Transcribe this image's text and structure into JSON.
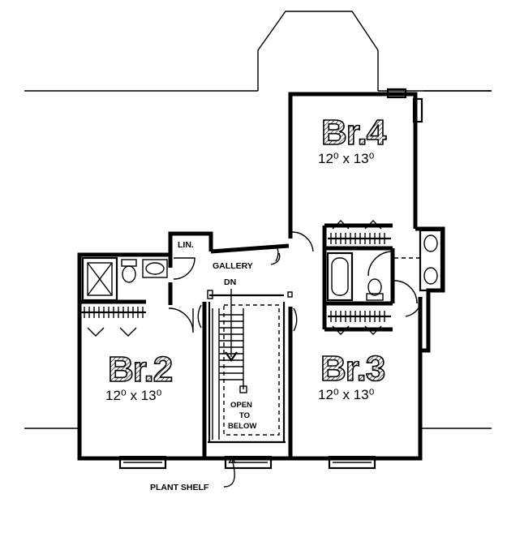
{
  "rooms": {
    "br4": {
      "name": "Br.4",
      "size": "12⁰ x 13⁰"
    },
    "br2": {
      "name": "Br.2",
      "size": "12⁰ x 13⁰"
    },
    "br3": {
      "name": "Br.3",
      "size": "12⁰ x 13⁰"
    }
  },
  "labels": {
    "linen": "LIN.",
    "gallery": "GALLERY",
    "stair_down": "DN",
    "open_line1": "OPEN",
    "open_line2": "TO",
    "open_line3": "BELOW",
    "plant_shelf": "PLANT SHELF"
  }
}
